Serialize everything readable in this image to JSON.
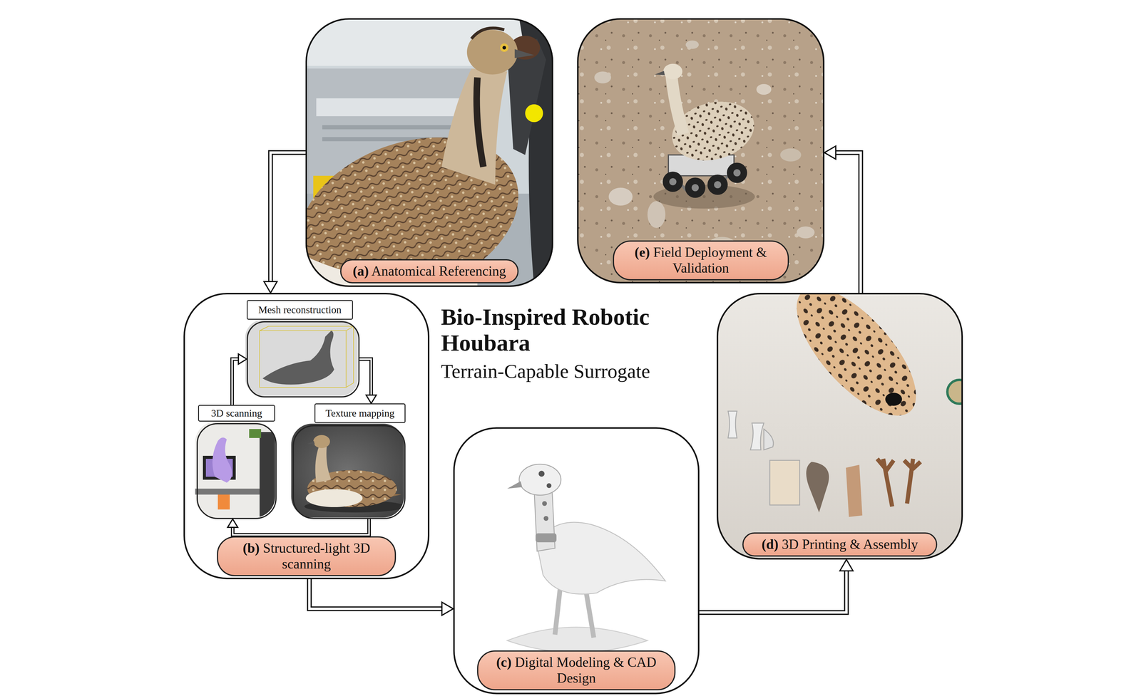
{
  "diagram": {
    "nodes": [
      {
        "text": [
          "(a) Anatomical Referencing"
        ]
      },
      {
        "text": [
          "(e) Field Deployment & Validation"
        ]
      },
      {
        "text": [
          "(b) Structured-light 3D scanning"
        ]
      },
      {
        "text": [
          "Mesh reconstruction"
        ],
        "in": 2
      },
      {
        "text": [
          "3D scanning"
        ],
        "in": 2
      },
      {
        "text": [
          "Texture mapping"
        ],
        "in": 2
      },
      {
        "text": [
          "Bio-Inspired Robotic Houbara",
          "Terrain-Capable Surrogate"
        ]
      },
      {
        "text": [
          "(d) 3D Printing & Assembly"
        ]
      },
      {
        "text": [
          "(c) Digital Modeling & CAD Design"
        ]
      }
    ],
    "edges": [
      {
        "from": 0,
        "to": 2,
        "arrow": "to"
      },
      {
        "from": 2,
        "to": 8,
        "arrow": "to"
      },
      {
        "from": 8,
        "to": 7,
        "arrow": "to"
      },
      {
        "from": 7,
        "to": 1,
        "arrow": "to"
      },
      {
        "from": 4,
        "to": 3,
        "arrow": "to"
      },
      {
        "from": 3,
        "to": 5,
        "arrow": "to"
      },
      {
        "from": 5,
        "to": 4,
        "arrow": "to"
      }
    ]
  }
}
